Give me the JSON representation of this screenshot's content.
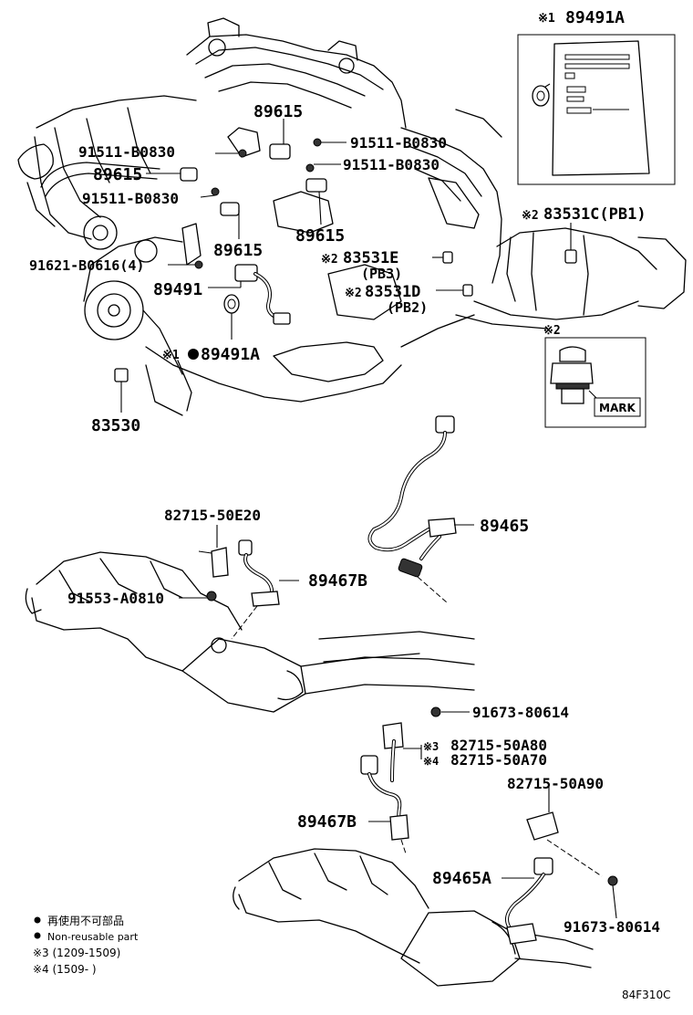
{
  "labels": {
    "p89615_a": "89615",
    "p91511_b0830_a": "91511-B0830",
    "p91511_b0830_b": "91511-B0830",
    "p91511_b0830_c": "91511-B0830",
    "p91511_b0830_d": "91511-B0830",
    "p89615_b": "89615",
    "p89615_c": "89615",
    "p89615_d": "89615",
    "p91621": "91621-B0616(4)",
    "p89491": "89491",
    "p89491a_ref": "89491A",
    "p89491a_ref_mark": "※1",
    "p83530": "83530",
    "p83531e": "83531E",
    "p83531e_mark": "※2",
    "p83531e_sub": "(PB3)",
    "p83531d": "83531D",
    "p83531d_mark": "※2",
    "p83531d_sub": "(PB2)",
    "p83531c": "83531C(PB1)",
    "p83531c_mark": "※2",
    "p89491a_box": "89491A",
    "p89491a_box_mark": "※1",
    "detail2_mark": "※2",
    "detail2_mark_label": "MARK",
    "p89465": "89465",
    "p82715_50e20": "82715-50E20",
    "p89467b_a": "89467B",
    "p91553": "91553-A0810",
    "p91673_a": "91673-80614",
    "p82715_50a80": "82715-50A80",
    "p82715_50a80_mark": "※3",
    "p82715_50a70": "82715-50A70",
    "p82715_50a70_mark": "※4",
    "p82715_50a90": "82715-50A90",
    "p89467b_b": "89467B",
    "p89465a": "89465A",
    "p91673_b": "91673-80614"
  },
  "legend": {
    "line1": "再使用不可部品",
    "line2": "Non-reusable part",
    "line3": "※3 (1209-1509)",
    "line4": "※4 (1509-        )"
  },
  "diagram_code": "84F310C"
}
